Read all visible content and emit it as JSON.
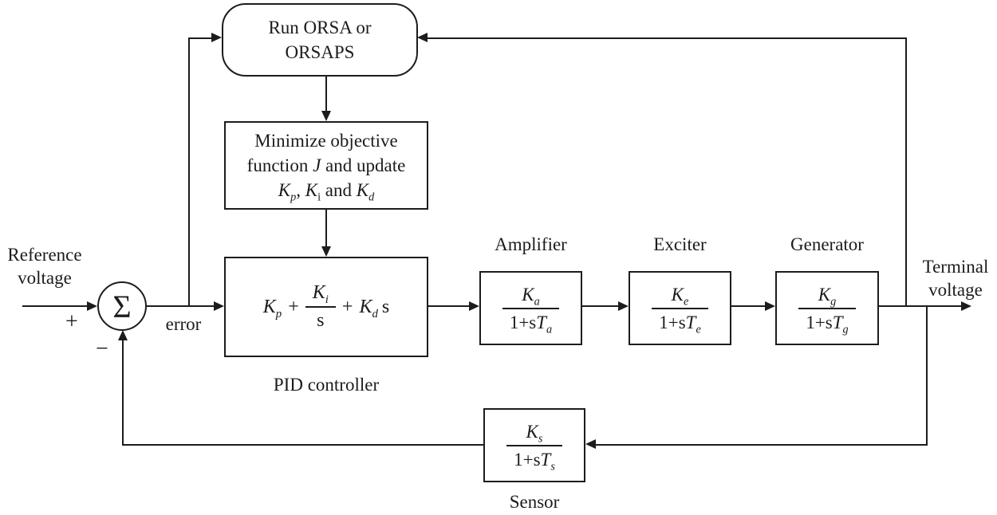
{
  "colors": {
    "ink": "#1c1c1c",
    "background": "#ffffff"
  },
  "orsa": {
    "line1": "Run ORSA or",
    "line2": "ORSAPS"
  },
  "minimize": {
    "line1": "Minimize objective",
    "line2_pre": "function",
    "line2_var": "J",
    "line2_post": "and update",
    "kp_base": "K",
    "kp_sub": "p",
    "sep1": ",",
    "ki_base": "K",
    "ki_sub": "i",
    "sep2": "and",
    "kd_base": "K",
    "kd_sub": "d"
  },
  "pid": {
    "kp_base": "K",
    "kp_sub": "p",
    "plus1": "+",
    "frac_num_base": "K",
    "frac_num_sub": "i",
    "frac_den": "s",
    "plus2": "+",
    "kd_base": "K",
    "kd_sub": "d",
    "s_term": "s",
    "label": "PID controller"
  },
  "amplifier": {
    "label": "Amplifier",
    "num_base": "K",
    "num_sub": "a",
    "den_pre": "1+s",
    "den_t": "T",
    "den_sub": "a"
  },
  "exciter": {
    "label": "Exciter",
    "num_base": "K",
    "num_sub": "e",
    "den_pre": "1+s",
    "den_t": "T",
    "den_sub": "e"
  },
  "generator": {
    "label": "Generator",
    "num_base": "K",
    "num_sub": "g",
    "den_pre": "1+s",
    "den_t": "T",
    "den_sub": "g"
  },
  "sensor": {
    "label": "Sensor",
    "num_base": "K",
    "num_sub": "s",
    "den_pre": "1+s",
    "den_t": "T",
    "den_sub": "s"
  },
  "sum": {
    "symbol": "Σ",
    "plus": "+",
    "minus": "−"
  },
  "labels": {
    "reference_line1": "Reference",
    "reference_line2": "voltage",
    "error": "error",
    "terminal_line1": "Terminal",
    "terminal_line2": "voltage"
  }
}
